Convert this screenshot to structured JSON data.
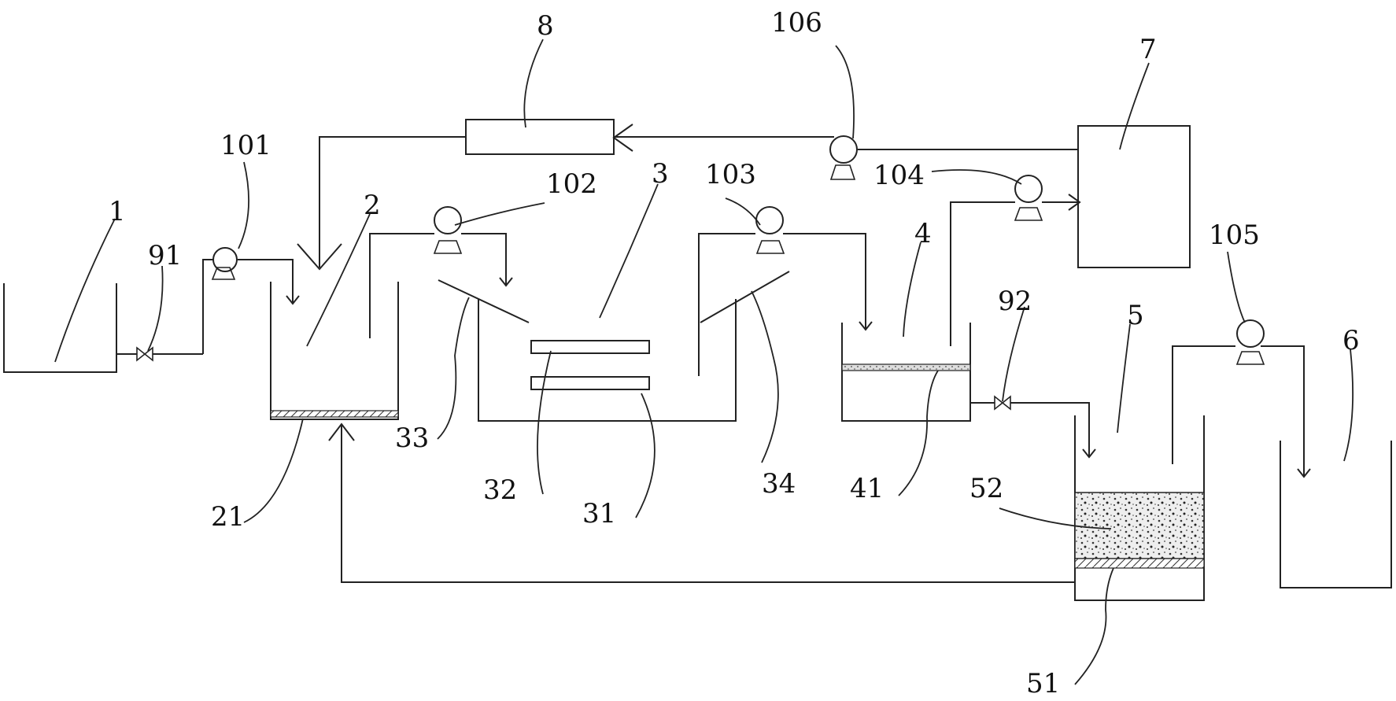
{
  "labels": {
    "l1": "1",
    "l2": "2",
    "l3": "3",
    "l4": "4",
    "l5": "5",
    "l6": "6",
    "l7": "7",
    "l8": "8",
    "l21": "21",
    "l31": "31",
    "l32": "32",
    "l33": "33",
    "l34": "34",
    "l41": "41",
    "l51": "51",
    "l52": "52",
    "l91": "91",
    "l92": "92",
    "l101": "101",
    "l102": "102",
    "l103": "103",
    "l104": "104",
    "l105": "105",
    "l106": "106"
  },
  "colors": {
    "line": "#222222",
    "background": "#ffffff",
    "media_fill": "#e6e6e6"
  },
  "icons": {
    "pump": "pump-icon",
    "valve": "valve-icon"
  }
}
